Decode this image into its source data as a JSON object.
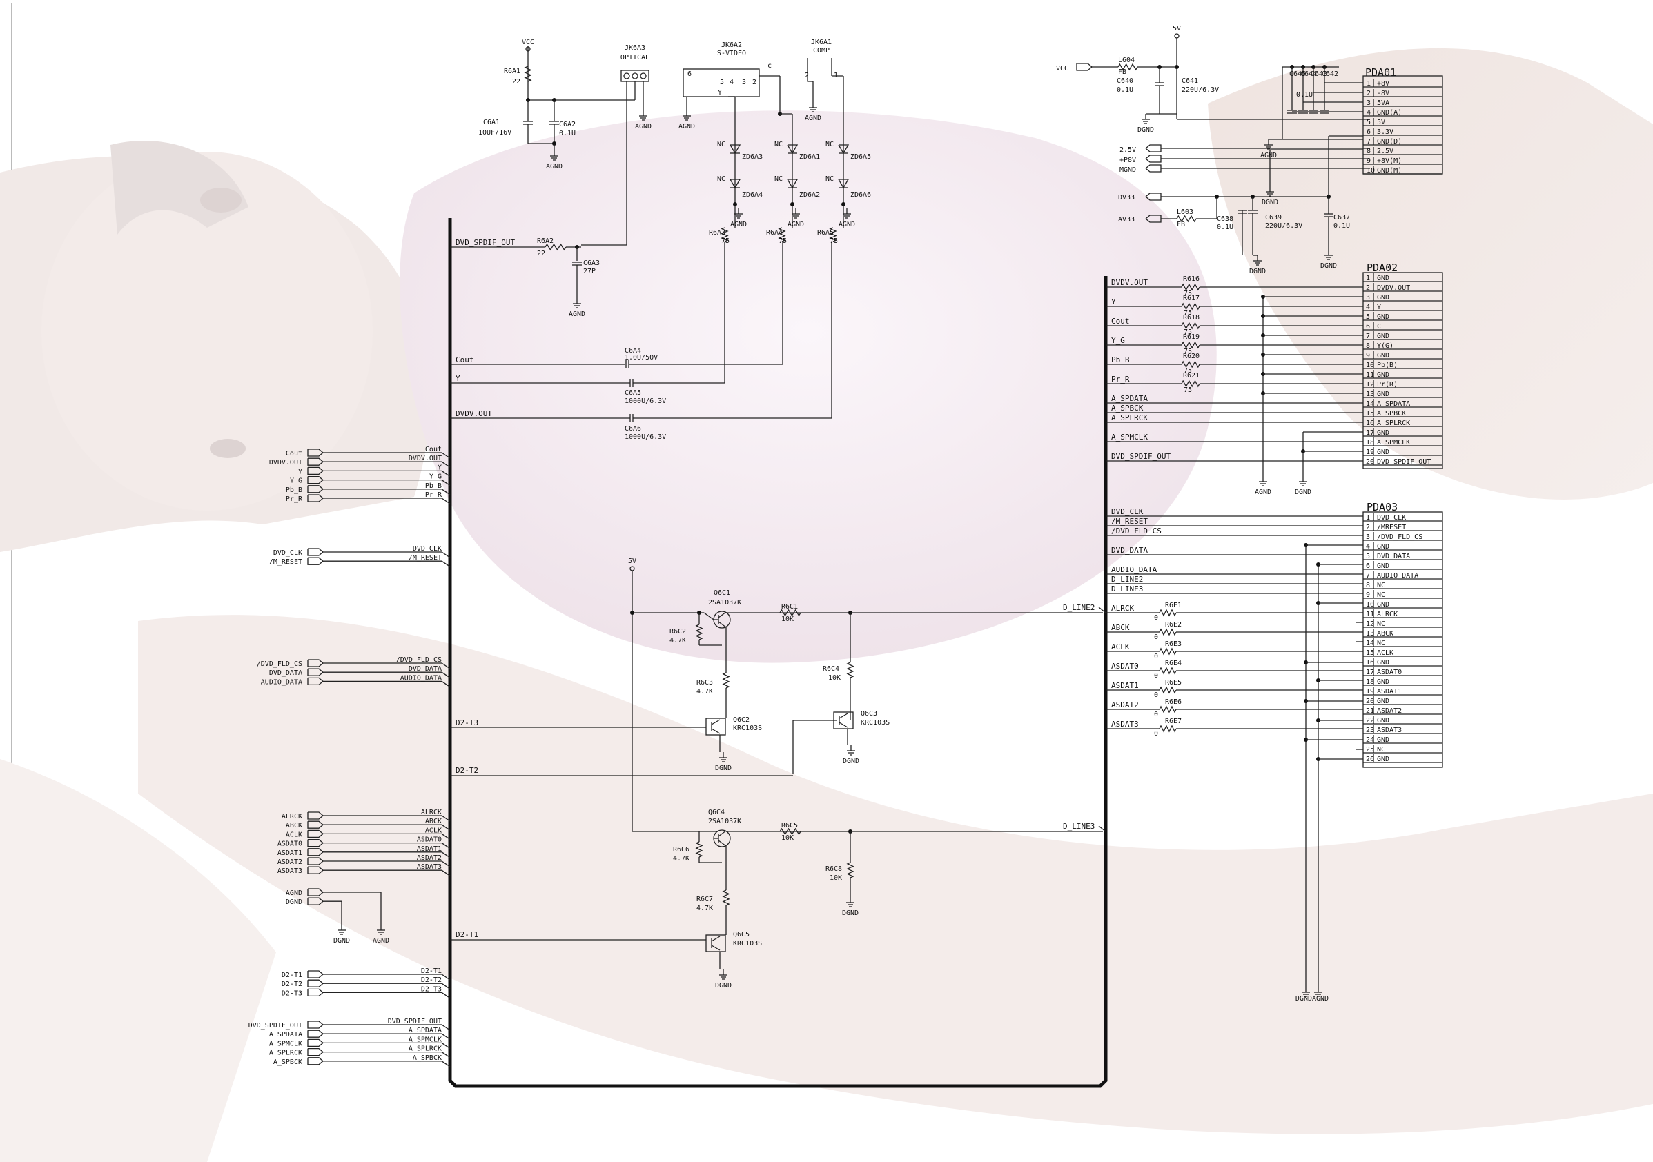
{
  "labels": {
    "vcc": "VCC",
    "r6a1": "R6A1",
    "r6a1_val": "22",
    "c6a1": "C6A1",
    "c6a1_val": "10UF/16V",
    "c6a2": "C6A2",
    "c6a2_val": "0.1U",
    "agnd": "AGND",
    "jk6a3": "JK6A3",
    "optical": "OPTICAL",
    "jk6a2": "JK6A2",
    "svideo": "S-VIDEO",
    "jk6a1": "JK6A1",
    "comp": "COMP",
    "nc": "NC",
    "zd6a3": "ZD6A3",
    "zd6a1": "ZD6A1",
    "zd6a5": "ZD6A5",
    "zd6a4": "ZD6A4",
    "zd6a2": "ZD6A2",
    "zd6a6": "ZD6A6",
    "r6a3": "R6A3",
    "r6a4": "R6A4",
    "r6a5": "R6A5",
    "r75": "75",
    "r6a2": "R6A2",
    "r6a2_val": "22",
    "c6a3": "C6A3",
    "c6a3_val": "27P",
    "c6a4": "C6A4",
    "c6a4_val": "1.0U/50V",
    "c6a5": "C6A5",
    "c6a5_val": "1000U/6.3V",
    "c6a6": "C6A6",
    "c6a6_val": "1000U/6.3V",
    "dvd_spdif_out": "DVD_SPDIF_OUT",
    "cout": "Cout",
    "y": "Y",
    "dvdv_out": "DVDV.OUT",
    "v5": "5V",
    "l604": "L604",
    "fb": "FB",
    "c640": "C640",
    "c640_val": "0.1U",
    "c641": "C641",
    "c641_val": "220U/6.3V",
    "dgnd": "DGND",
    "c645": "C645",
    "c644": "C644",
    "c643": "C643",
    "c642": "C642",
    "c01u": "0.1U",
    "v25": "2.5V",
    "p8v": "+P8V",
    "mgnd": "MGND",
    "dv33": "DV33",
    "av33": "AV33",
    "l603": "L603",
    "c638": "C638",
    "c638_val": "0.1U",
    "c639": "C639",
    "c639_val": "220U/6.3V",
    "c637": "C637",
    "c637_val": "0.1U",
    "pda01": "PDA01",
    "pda02": "PDA02",
    "pda03": "PDA03",
    "y_g": "Y_G",
    "pb_b": "Pb_B",
    "pr_r": "Pr_R",
    "r616": "R616",
    "r617": "R617",
    "r618": "R618",
    "r619": "R619",
    "r620": "R620",
    "r621": "R621",
    "a_spdata": "A_SPDATA",
    "a_spbck": "A_SPBCK",
    "a_splrck": "A_SPLRCK",
    "a_spmclk": "A_SPMCLK",
    "q6c1": "Q6C1",
    "q6c4": "Q6C4",
    "sa1037k": "2SA1037K",
    "q6c2": "Q6C2",
    "q6c3": "Q6C3",
    "q6c5": "Q6C5",
    "krc103s": "KRC103S",
    "r6c1": "R6C1",
    "r6c2": "R6C2",
    "r6c3": "R6C3",
    "r6c4": "R6C4",
    "r6c5": "R6C5",
    "r6c6": "R6C6",
    "r6c7": "R6C7",
    "r6c8": "R6C8",
    "k10": "10K",
    "k47": "4.7K",
    "d_line2": "D_LINE2",
    "d_line3": "D_LINE3",
    "d2_t1": "D2-T1",
    "d2_t2": "D2-T2",
    "d2_t3": "D2-T3",
    "dvd_clk": "DVD_CLK",
    "m_reset": "/M_RESET",
    "dvd_fld_cs": "/DVD_FLD_CS",
    "dvd_data": "DVD_DATA",
    "audio_data": "AUDIO_DATA",
    "d_line2b": "D_LINE2",
    "d_line3b": "D_LINE3",
    "alrck": "ALRCK",
    "abck": "ABCK",
    "aclk": "ACLK",
    "asdat0": "ASDAT0",
    "asdat1": "ASDAT1",
    "asdat2": "ASDAT2",
    "asdat3": "ASDAT3",
    "r6e1": "R6E1",
    "r6e2": "R6E2",
    "r6e3": "R6E3",
    "r6e4": "R6E4",
    "r6e5": "R6E5",
    "r6e6": "R6E6",
    "r6e7": "R6E7",
    "zero": "0",
    "dgndagnd": "DGNDAGND"
  },
  "pda01_pins": [
    "+8V",
    "-8V",
    "5VA",
    "GND(A)",
    "5V",
    "3.3V",
    "GND(D)",
    "2.5V",
    "+8V(M)",
    "GND(M)"
  ],
  "pda02_pins": [
    "GND",
    "DVDV.OUT",
    "GND",
    "Y",
    "GND",
    "C",
    "GND",
    "Y(G)",
    "GND",
    "Pb(B)",
    "GND",
    "Pr(R)",
    "GND",
    "A_SPDATA",
    "A_SPBCK",
    "A_SPLRCK",
    "GND",
    "A_SPMCLK",
    "GND",
    "DVD_SPDIF_OUT"
  ],
  "pda03_pins": [
    "DVD_CLK",
    "/MRESET",
    "/DVD_FLD_CS",
    "GND",
    "DVD_DATA",
    "GND",
    "AUDIO_DATA",
    "NC",
    "NC",
    "GND",
    "ALRCK",
    "NC",
    "ABCK",
    "NC",
    "ACLK",
    "GND",
    "ASDAT0",
    "GND",
    "ASDAT1",
    "GND",
    "ASDAT2",
    "GND",
    "ASDAT3",
    "GND",
    "NC",
    "GND"
  ],
  "left_groups": [
    [
      "Cout",
      "DVDV.OUT",
      "Y",
      "Y_G",
      "Pb_B",
      "Pr_R"
    ],
    [
      "DVD_CLK",
      "/M_RESET"
    ],
    [
      "/DVD_FLD_CS",
      "DVD_DATA",
      "AUDIO_DATA"
    ],
    [
      "ALRCK",
      "ABCK",
      "ACLK",
      "ASDAT0",
      "ASDAT1",
      "ASDAT2",
      "ASDAT3"
    ],
    [
      "AGND",
      "DGND"
    ],
    [
      "D2-T1",
      "D2-T2",
      "D2-T3"
    ],
    [
      "DVD_SPDIF_OUT",
      "A_SPDATA",
      "A_SPMCLK",
      "A_SPLRCK",
      "A_SPBCK"
    ]
  ],
  "left_bus_labels": [
    [
      "Cout",
      "DVDV.OUT",
      "Y",
      "Y_G",
      "Pb_B",
      "Pr_R"
    ],
    [
      "DVD_CLK",
      "/M_RESET"
    ],
    [
      "/DVD_FLD_CS",
      "DVD_DATA",
      "AUDIO_DATA"
    ],
    [
      "ALRCK",
      "ABCK",
      "ACLK",
      "ASDAT0",
      "ASDAT1",
      "ASDAT2",
      "ASDAT3"
    ],
    [
      "",
      ""
    ],
    [
      "D2-T1",
      "D2-T2",
      "D2-T3"
    ],
    [
      "DVD_SPDIF_OUT",
      "A_SPDATA",
      "A_SPMCLK",
      "A_SPLRCK",
      "A_SPBCK"
    ]
  ],
  "pda02_nets": [
    "DVDV.OUT",
    "Y",
    "Cout",
    "Y_G",
    "Pb_B",
    "Pr_R",
    "A_SPDATA",
    "A_SPBCK",
    "A_SPLRCK",
    "A_SPMCLK",
    "DVD_SPDIF_OUT"
  ],
  "pda03_nets": [
    "DVD_CLK",
    "/M_RESET",
    "/DVD_FLD_CS",
    "DVD_DATA",
    "AUDIO_DATA",
    "D_LINE2",
    "D_LINE3",
    "ALRCK",
    "ABCK",
    "ACLK",
    "ASDAT0",
    "ASDAT1",
    "ASDAT2",
    "ASDAT3"
  ]
}
